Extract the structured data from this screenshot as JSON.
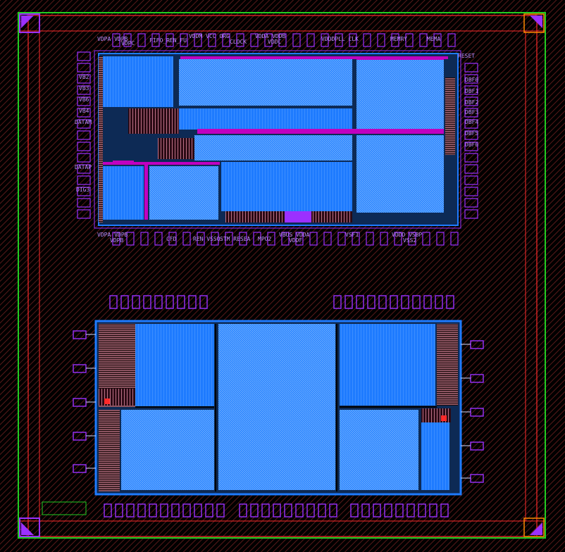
{
  "view": {
    "title": ""
  },
  "colors": {
    "background": "#000000",
    "hatch": "#5a1a1a",
    "die_outline": "#22cc22",
    "seal_ring": "#ff2a2a",
    "pad_purple": "#9b30ff",
    "metal_blue": "#1e7bff",
    "metal_light": "#7fb4ff",
    "pink": "#ff9db8",
    "magenta": "#c000c0",
    "label": "#b98cff"
  },
  "top_macro": {
    "top_labels": [
      "VDPA VDPB",
      "VDPC",
      "FIFO_REN_FU",
      "VDDM VCC ORG",
      "CLOCK",
      "VDDA VDDB",
      "VDDC",
      "VDDDPLL CLK",
      "MEMRY",
      "MEMA"
    ],
    "left_labels": [
      "VB2",
      "VB3",
      "VB6",
      "VB4",
      "DATAM",
      "DATAP",
      "DIG3"
    ],
    "right_labels": [
      "RESET",
      "DBF0",
      "DBF1",
      "DBF2",
      "DBF3",
      "DBF4",
      "DBF5",
      "DBF6"
    ],
    "bottom_labels": [
      "VDPA VDPB",
      "VDPB",
      "CFD",
      "REN VSSO",
      "STM RESEA",
      "MPO2",
      "VBUS VDDA",
      "VDDF",
      "VSF1",
      "VDDD VSBP",
      "VSS2"
    ]
  }
}
